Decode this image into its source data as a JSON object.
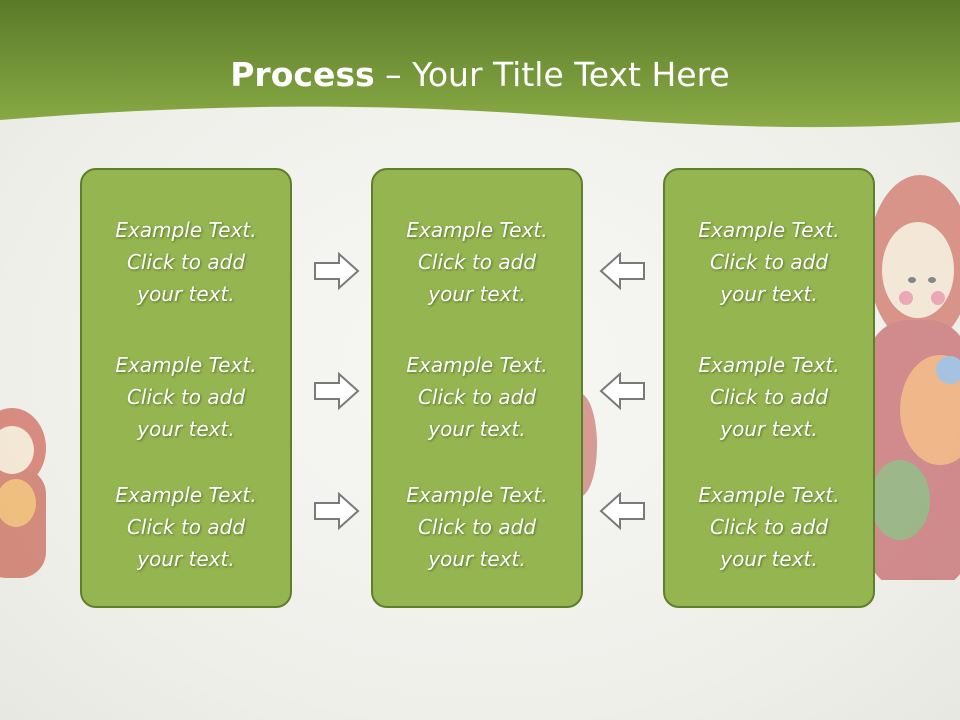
{
  "slide": {
    "title_bold": "Process",
    "title_rest": " – Your Title Text Here"
  },
  "colors": {
    "header_green": "#7d9c3a",
    "header_dark": "#5a7a2a",
    "box_fill": "#94b550",
    "box_border": "#5f7f2b",
    "arrow_stroke": "#7a7a7a"
  },
  "columns": [
    {
      "items": [
        "Example Text.\nClick  to add\nyour text.",
        "Example Text.\nClick  to add\nyour text.",
        "Example Text.\nClick  to add\nyour text."
      ]
    },
    {
      "items": [
        "Example Text.\nClick  to add\nyour text.",
        "Example Text.\nClick  to add\nyour text.",
        "Example Text.\nClick  to add\nyour text."
      ]
    },
    {
      "items": [
        "Example Text.\nClick  to add\nyour text.",
        "Example Text.\nClick  to add\nyour text.",
        "Example Text.\nClick  to add\nyour text."
      ]
    }
  ],
  "arrows": {
    "left_group": "right-arrow-icon",
    "right_group": "left-arrow-icon"
  }
}
